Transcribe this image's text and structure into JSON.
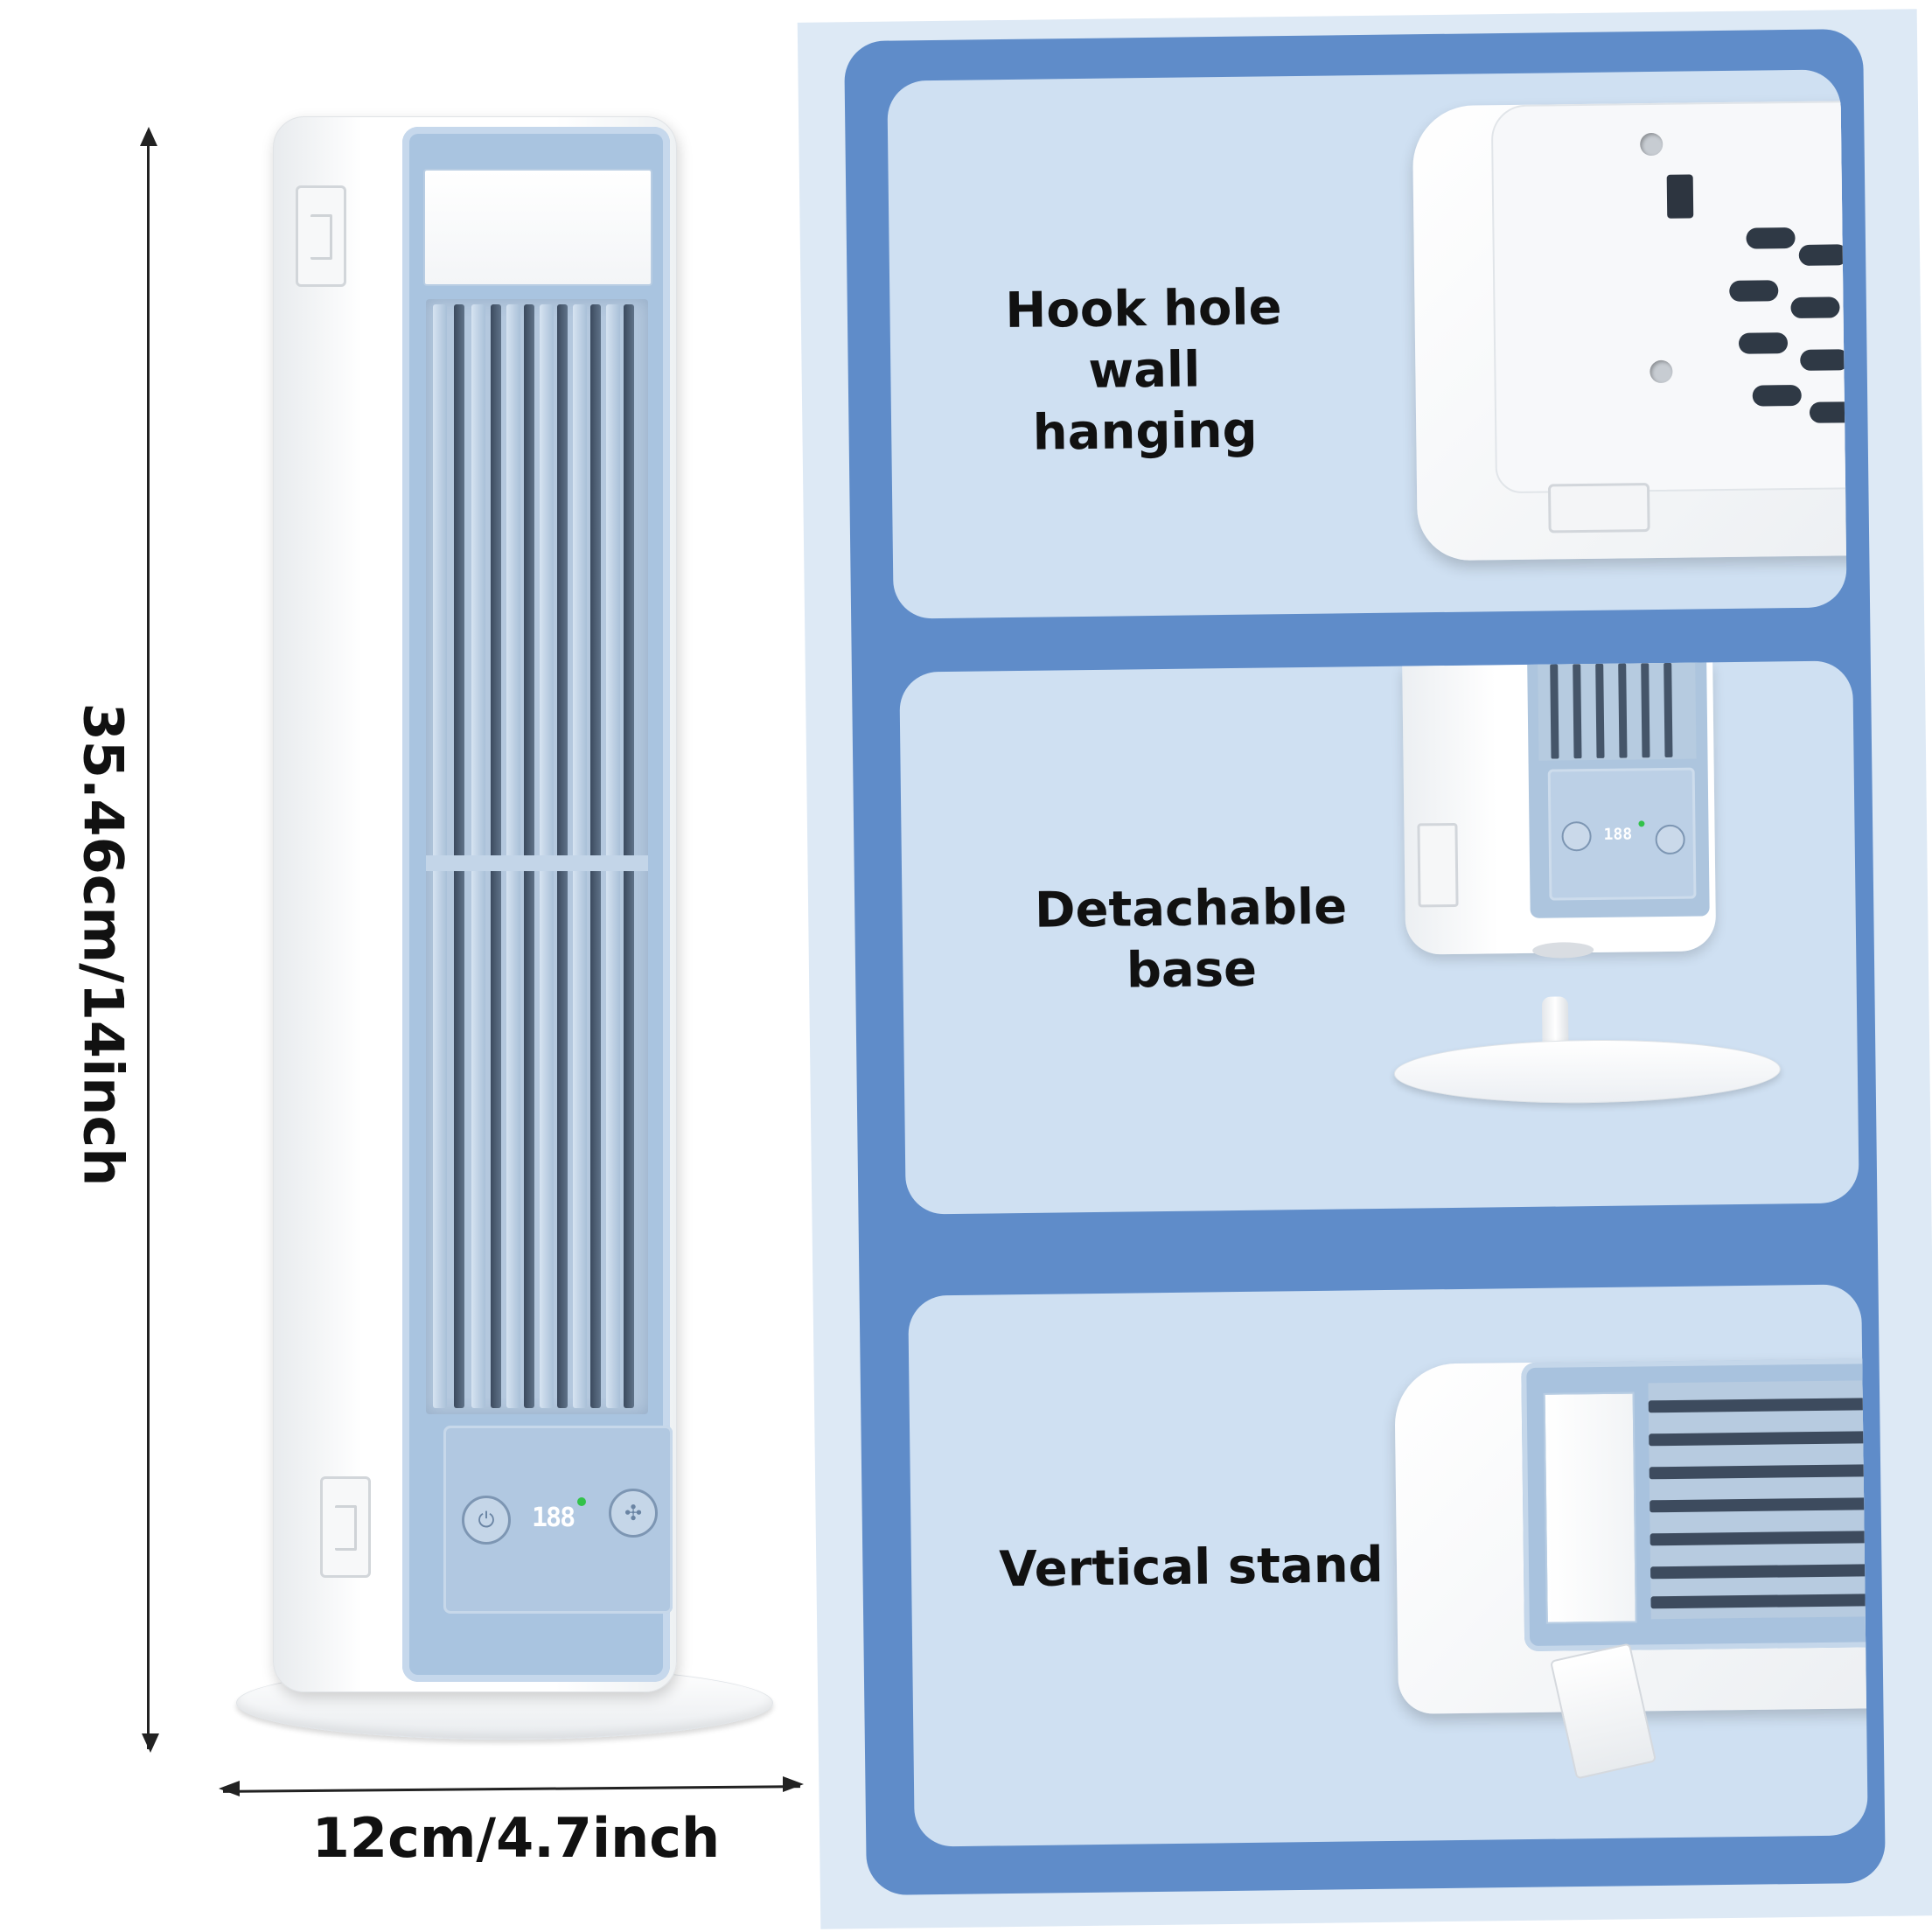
{
  "dimensions": {
    "height_label": "35.46cm/14inch",
    "width_label": "12cm/4.7inch"
  },
  "tower": {
    "display_readout": "188"
  },
  "features": [
    {
      "label_line1": "Hook hole wall",
      "label_line2": "hanging"
    },
    {
      "label_line1": "Detachable",
      "label_line2": "base",
      "display_readout": "188"
    },
    {
      "label_line1": "Vertical stand",
      "label_line2": ""
    }
  ],
  "colors": {
    "panel_blue": "#a9c4e0",
    "frame_blue": "#5f8cc9",
    "card_blue": "#cfe0f2",
    "slat_dark": "#3b4a5e",
    "indicator_green": "#32c24a"
  }
}
